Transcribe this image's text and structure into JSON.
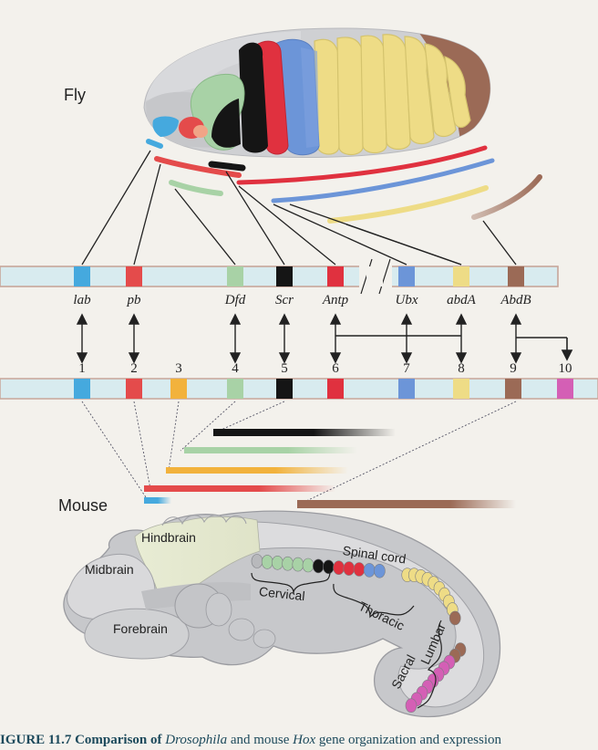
{
  "labels": {
    "fly": "Fly",
    "mouse": "Mouse",
    "hindbrain": "Hindbrain",
    "midbrain": "Midbrain",
    "forebrain": "Forebrain",
    "spinal_cord": "Spinal cord",
    "cervical": "Cervical",
    "thoracic": "Thoracic",
    "sacral": "Sacral",
    "lumbar": "Lumbar"
  },
  "fly_genes": [
    {
      "name": "lab",
      "color": "#45a9de"
    },
    {
      "name": "pb",
      "color": "#e44b4b"
    },
    {
      "name": "Dfd",
      "color": "#a8d2a6"
    },
    {
      "name": "Scr",
      "color": "#151515"
    },
    {
      "name": "Antp",
      "color": "#e0313f"
    },
    {
      "name": "Ubx",
      "color": "#6c95d8"
    },
    {
      "name": "abdA",
      "color": "#eedc86"
    },
    {
      "name": "AbdB",
      "color": "#9b6a56"
    }
  ],
  "mouse_genes": [
    {
      "num": "1",
      "color": "#45a9de"
    },
    {
      "num": "2",
      "color": "#e44b4b"
    },
    {
      "num": "3",
      "color": "#f2b23c"
    },
    {
      "num": "4",
      "color": "#a8d2a6"
    },
    {
      "num": "5",
      "color": "#151515"
    },
    {
      "num": "6",
      "color": "#e0313f"
    },
    {
      "num": "7",
      "color": "#6c95d8"
    },
    {
      "num": "8",
      "color": "#eedc86"
    },
    {
      "num": "9",
      "color": "#9b6a56"
    },
    {
      "num": "10",
      "color": "#d45fb5"
    }
  ],
  "caption": {
    "prefix": "IGURE 11.7  Comparison of ",
    "organism1": "Drosophila",
    "middle": " and mouse ",
    "gene": "Hox",
    "suffix": " gene organization and expression"
  }
}
